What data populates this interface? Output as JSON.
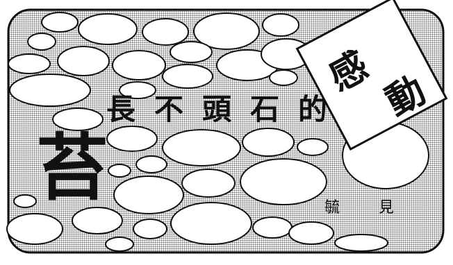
{
  "heading": {
    "main_chars": [
      "長",
      "不",
      "頭",
      "石",
      "的"
    ],
    "big_char": "苔",
    "badge_chars": [
      "感",
      "動"
    ],
    "author_chars": [
      "毓",
      "見"
    ]
  },
  "colors": {
    "ink": "#111111",
    "paper": "#ffffff",
    "screen_tone": "#bdbdbd"
  }
}
